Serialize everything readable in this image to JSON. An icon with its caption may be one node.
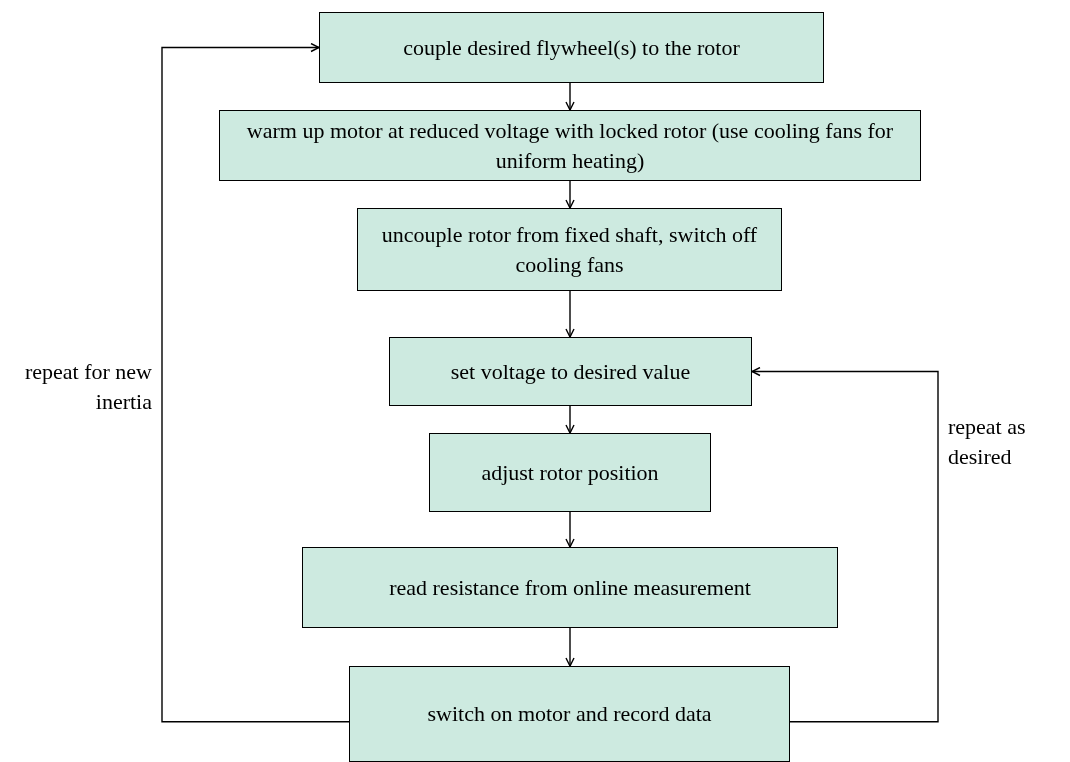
{
  "diagram": {
    "nodes": [
      {
        "text": [
          "couple desired flywheel(s) to the rotor"
        ]
      },
      {
        "text": [
          "warm up motor at reduced voltage with locked rotor (use cooling fans for uniform heating)"
        ]
      },
      {
        "text": [
          "uncouple rotor from fixed shaft, switch off cooling fans"
        ]
      },
      {
        "text": [
          "set voltage to desired value"
        ]
      },
      {
        "text": [
          "adjust rotor position"
        ]
      },
      {
        "text": [
          "read resistance from online measurement"
        ]
      },
      {
        "text": [
          "switch on motor and record data"
        ]
      }
    ],
    "edges": [
      {
        "from": 0,
        "to": 1,
        "arrow": "to"
      },
      {
        "from": 1,
        "to": 2,
        "arrow": "to"
      },
      {
        "from": 2,
        "to": 3,
        "arrow": "to"
      },
      {
        "from": 3,
        "to": 4,
        "arrow": "to"
      },
      {
        "from": 4,
        "to": 5,
        "arrow": "to"
      },
      {
        "from": 5,
        "to": 6,
        "arrow": "to"
      },
      {
        "from": 6,
        "to": 0,
        "arrow": "to",
        "label": "repeat for new inertia"
      },
      {
        "from": 6,
        "to": 3,
        "arrow": "to",
        "label": "repeat as desired"
      }
    ]
  }
}
